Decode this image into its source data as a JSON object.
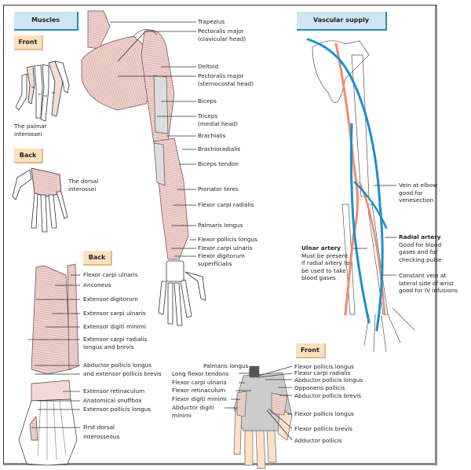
{
  "panels": {
    "muscles": {
      "title": "Muscles",
      "front_tag": "Front",
      "front_caption": [
        "The palmar",
        "interossei"
      ],
      "back_tag": "Back",
      "back_caption": [
        "The  dorsal",
        "interossei"
      ]
    },
    "arm": {
      "labels": [
        [
          "Trapezius"
        ],
        [
          "Pectoralis major",
          "(clavicular head)"
        ],
        [
          "Deltoid"
        ],
        [
          "Pectoralis major",
          "(sternocostal head)"
        ],
        [
          "Biceps"
        ],
        [
          "Triceps",
          "(medial head)"
        ],
        [
          "Brachialis"
        ],
        [
          "Brachioradialis"
        ],
        [
          "Biceps tendon"
        ],
        [
          "Pronator teres"
        ],
        [
          "Flexor carpi radialis"
        ],
        [
          "Palmaris longus"
        ],
        [
          "Flexor pollicis longus"
        ],
        [
          "Flexor carpi ulnaris"
        ],
        [
          "Flexor digitorum",
          "superficialis"
        ]
      ]
    },
    "forearm_back": {
      "tag": "Back",
      "labels": [
        [
          "Flexor carpi ulnaris"
        ],
        [
          "Anconeus"
        ],
        [
          "Extensor digitorum"
        ],
        [
          "Extensor carpi ulnaris"
        ],
        [
          "Extensor digiti minimi"
        ],
        [
          "Extensor carpi radialis",
          "longus and brevis"
        ],
        [
          "Abductor pollicis longus",
          "and extensor pollicis brevis"
        ],
        [
          "Extensor retinaculum"
        ],
        [
          "Anatomical snuffbox"
        ],
        [
          "Extensor pollicis longus"
        ],
        [
          "First dorsal",
          "interosseous"
        ]
      ]
    },
    "vascular": {
      "title": "Vascular supply",
      "vein_elbow": [
        "Vein at elbow",
        "good for",
        "venesection"
      ],
      "radial_artery_title": "Radial artery",
      "radial_artery_note": [
        "Good for blood",
        "gases and for",
        "checking pulse"
      ],
      "constant_vein": [
        "Constant vein at",
        "lateral side of wrist",
        "good for IV infusions"
      ],
      "ulnar_artery_title": "Ulnar artery",
      "ulnar_artery_note": [
        "Must be present",
        "if radial artery to",
        "be used to take",
        "blood gases"
      ]
    },
    "hand_front": {
      "tag": "Front",
      "left_labels": [
        [
          "Palmaris longus"
        ],
        [
          "Long flexor tendons"
        ],
        [
          "Flexor carpi ulnaris"
        ],
        [
          "Flexor retinaculum"
        ],
        [
          "Flexor digiti minimi"
        ],
        [
          "Abductor digiti",
          "minimi"
        ]
      ],
      "right_labels": [
        [
          "Flexor pollicis longus"
        ],
        [
          "Flexor carpi radialis"
        ],
        [
          "Abductor pollicis longus"
        ],
        [
          "Opponens pollicis"
        ],
        [
          "Abductor pollicis brevis"
        ],
        [
          "Flexor pollicis longus"
        ],
        [
          "Flexor pollicis brevis"
        ],
        [
          "Adductor pollicis"
        ]
      ]
    }
  },
  "colors": {
    "muscle": "#ecc9c4",
    "muscle_line": "#9c6c6c",
    "artery": "#ef8a6e",
    "vein": "#1a8fcf",
    "title_bg": "#cfe6f2",
    "tag_bg": "#fde0bd",
    "skin": "#fde0c7"
  }
}
